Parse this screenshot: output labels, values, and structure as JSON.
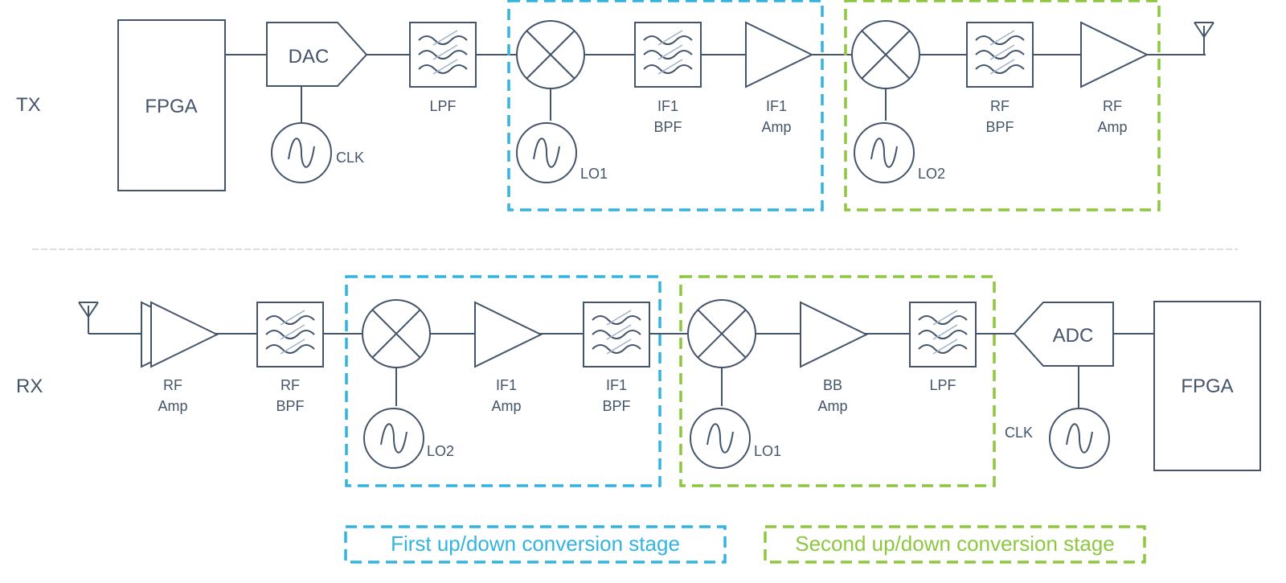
{
  "rows": {
    "tx": "TX",
    "rx": "RX"
  },
  "tx": {
    "fpga": "FPGA",
    "dac": "DAC",
    "clk": "CLK",
    "lpf": "LPF",
    "lo1": "LO1",
    "if1_bpf": [
      "IF1",
      "BPF"
    ],
    "if1_amp": [
      "IF1",
      "Amp"
    ],
    "lo2": "LO2",
    "rf_bpf": [
      "RF",
      "BPF"
    ],
    "rf_amp": [
      "RF",
      "Amp"
    ]
  },
  "rx": {
    "rf_amp": [
      "RF",
      "Amp"
    ],
    "rf_bpf": [
      "RF",
      "BPF"
    ],
    "lo2": "LO2",
    "if1_amp": [
      "IF1",
      "Amp"
    ],
    "if1_bpf": [
      "IF1",
      "BPF"
    ],
    "lo1": "LO1",
    "bb_amp": [
      "BB",
      "Amp"
    ],
    "lpf": "LPF",
    "adc": "ADC",
    "clk": "CLK",
    "fpga": "FPGA"
  },
  "legend": {
    "first": "First up/down conversion stage",
    "second": "Second up/down conversion stage"
  },
  "colors": {
    "line": "#44546a",
    "first_stage": "#33b3e0",
    "second_stage": "#8dc63f"
  }
}
